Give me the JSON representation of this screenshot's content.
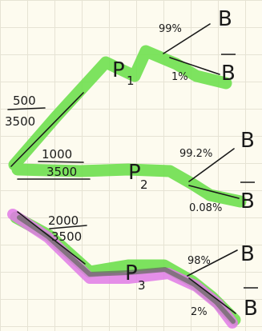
{
  "branches": [
    {
      "prior_fraction": {
        "numerator": "500",
        "denominator": "3500"
      },
      "node_label": "P",
      "node_subscript": "1",
      "upper_outcome": {
        "percent": "99%",
        "label": "B"
      },
      "lower_outcome": {
        "percent": "1%",
        "label": "B"
      }
    },
    {
      "prior_fraction": {
        "numerator": "1000",
        "denominator": "3500"
      },
      "node_label": "P",
      "node_subscript": "2",
      "upper_outcome": {
        "percent": "99.2%",
        "label": "B"
      },
      "lower_outcome": {
        "percent": "0.08%",
        "label": "B"
      }
    },
    {
      "prior_fraction": {
        "numerator": "2000",
        "denominator": "3500"
      },
      "node_label": "P",
      "node_subscript": "3",
      "upper_outcome": {
        "percent": "98%",
        "label": "B"
      },
      "lower_outcome": {
        "percent": "2%",
        "label": "B"
      }
    }
  ],
  "colors": {
    "paper": "#fdfbef",
    "grid": "#e6e3d4",
    "highlight_green": "#6fe04f",
    "highlight_magenta": "#e07ae6",
    "ink": "#1a1a1a"
  }
}
